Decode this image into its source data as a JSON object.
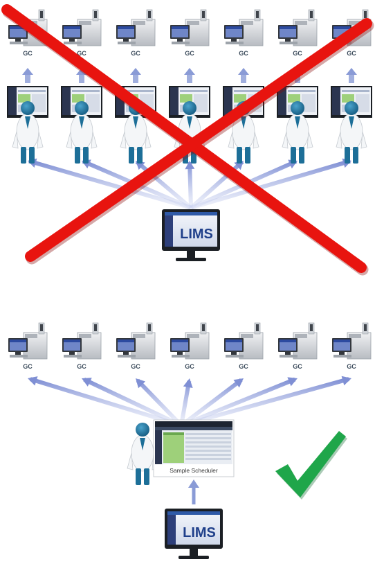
{
  "top_section": {
    "instrument_label": "GC",
    "instrument_count": 7,
    "analyst_count": 7,
    "source_system": "LIMS",
    "marked_invalid": true,
    "cross_color": "#e8140f"
  },
  "bottom_section": {
    "instrument_label": "GC",
    "instrument_count": 7,
    "scheduler_label": "Sample Scheduler",
    "source_system": "LIMS",
    "marked_valid": true,
    "check_color": "#1fa64a"
  },
  "colors": {
    "arrow": "#8a9bd6",
    "monitor_frame": "#1b1f24",
    "instrument_body": "#d9dcdf",
    "figure_blue": "#1d6f98",
    "coat": "#f4f6f8"
  }
}
